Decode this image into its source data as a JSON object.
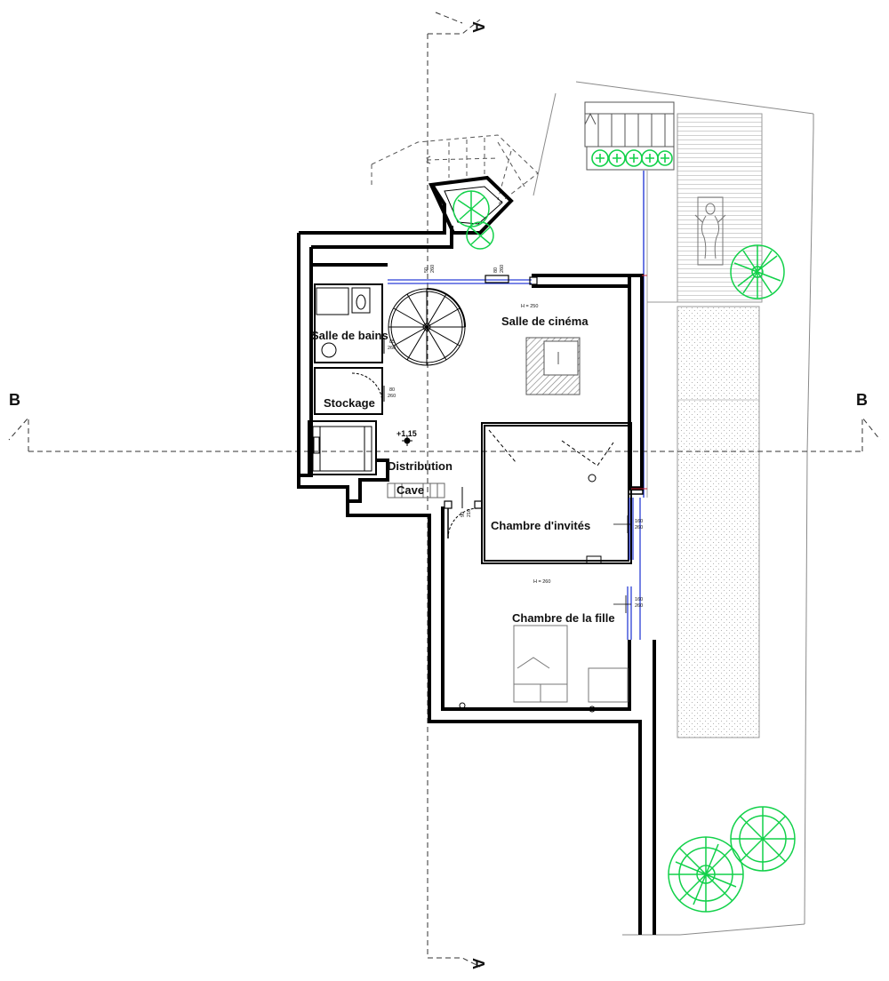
{
  "sections": {
    "a_top": "A",
    "a_bottom": "A",
    "b_left": "B",
    "b_right": "B"
  },
  "rooms": {
    "salle_de_bains": "Salle de bains",
    "stockage": "Stockage",
    "distribution": "Distribution",
    "cave": "Cave",
    "salle_de_cinema": "Salle de cinéma",
    "chambre_invites": "Chambre d'invités",
    "chambre_fille": "Chambre de la fille"
  },
  "heights": {
    "cinema": "H = 250",
    "fille": "H = 260"
  },
  "level": "+1.15",
  "openings": {
    "o1_w": "50",
    "o1_h": "260",
    "o2_w": "80",
    "o2_h": "260",
    "o3_w": "85",
    "o3_h": "260",
    "o4_w": "80",
    "o4_h": "260",
    "o5_w": "90",
    "o5_h": "210",
    "o6_w": "160",
    "o6_h": "260",
    "o7_w": "160",
    "o7_h": "260"
  },
  "colors": {
    "wall": "#000000",
    "thin": "#8a8a8a",
    "window": "#2b3fd6",
    "tree": "#12d14a",
    "section_line": "#333333"
  },
  "icons": [
    "tree-icon",
    "bush-icon",
    "sunbather-icon",
    "spiral-stair-icon",
    "toilet-icon",
    "sink-icon",
    "bed-icon",
    "sofa-icon"
  ]
}
